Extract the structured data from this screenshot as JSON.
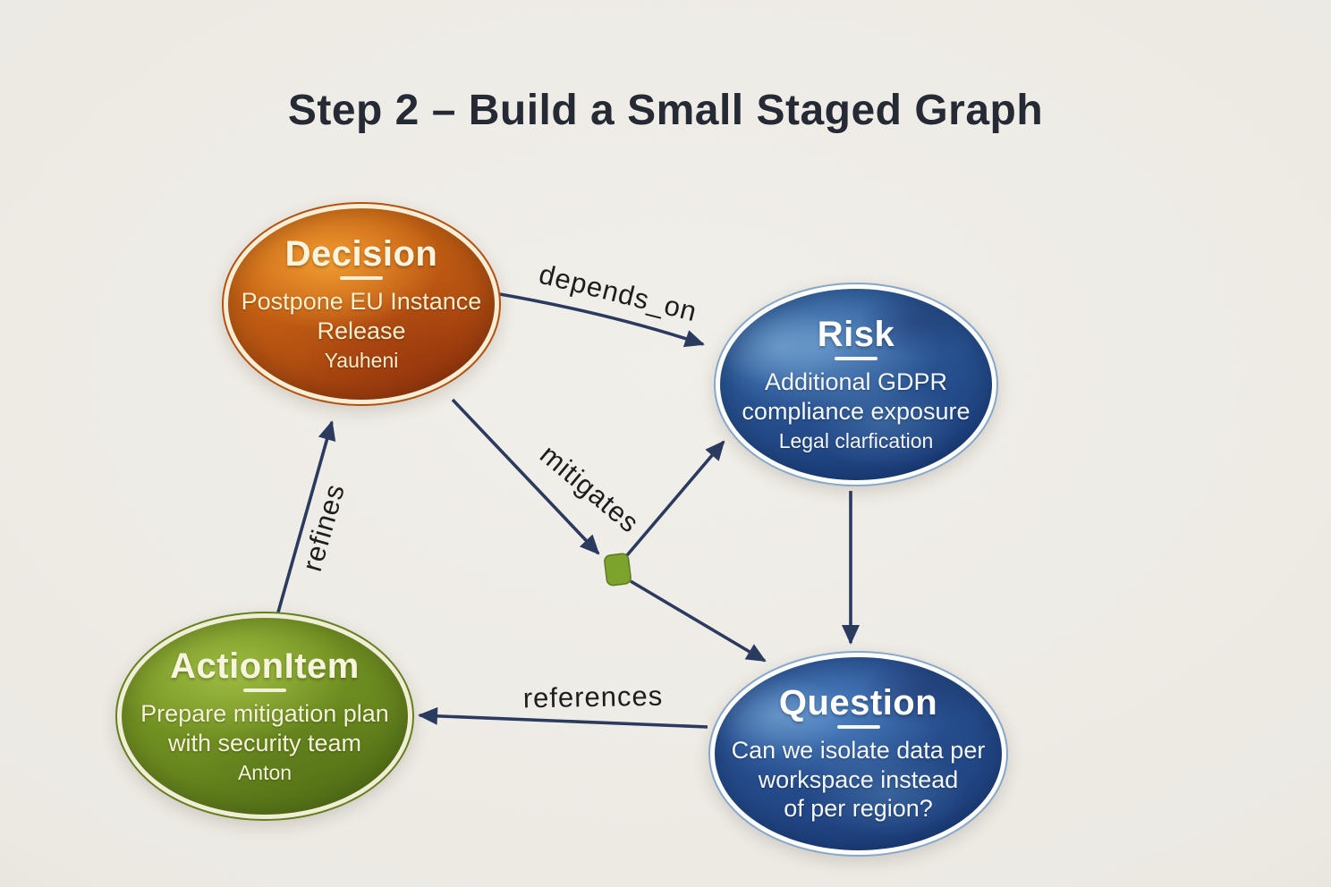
{
  "title": "Step 2 – Build a Small Staged Graph",
  "nodes": [
    {
      "id": "decision",
      "title": "Decision",
      "lines": [
        "Postpone EU Instance",
        "Release"
      ],
      "owner": "Yauheni",
      "colors": {
        "light": "#f09a30",
        "mid": "#d06a16",
        "dark": "#9c3a0e",
        "ring": "#f6eed6",
        "rim": "#b5500f",
        "title-color": "#fdf4de",
        "text-color": "#faeecb"
      }
    },
    {
      "id": "risk",
      "title": "Risk",
      "lines": [
        "Additional GDPR",
        "compliance exposure"
      ],
      "note": "Legal clarfication",
      "colors": {
        "light": "#5d8ec4",
        "mid": "#30609f",
        "dark": "#1c3e7c",
        "ring": "#fdfdfb",
        "rim": "#86a7cc",
        "title-color": "#ffffff",
        "text-color": "#f4f8fd"
      }
    },
    {
      "id": "actionitem",
      "title": "ActionItem",
      "lines": [
        "Prepare mitigation plan",
        "with security team"
      ],
      "owner": "Anton",
      "colors": {
        "light": "#9dbb42",
        "mid": "#7b9b26",
        "dark": "#587618",
        "ring": "#f1eed7",
        "rim": "#647f1d",
        "title-color": "#f8f5de",
        "text-color": "#f5f2d8"
      }
    },
    {
      "id": "question",
      "title": "Question",
      "lines": [
        "Can we isolate data per",
        "workspace instead",
        "of per region?"
      ],
      "colors": {
        "light": "#4e82c2",
        "mid": "#2c5698",
        "dark": "#1d3f7c",
        "ring": "#fdfdfb",
        "rim": "#86a7cc",
        "title-color": "#ffffff",
        "text-color": "#f4f8fd"
      }
    }
  ],
  "edges": [
    {
      "id": "depends_on",
      "label": "depends_on",
      "from": "Decision",
      "to": "Risk"
    },
    {
      "id": "mitigates",
      "label": "mitigates",
      "from": "Decision",
      "to": "Risk"
    },
    {
      "id": "refines",
      "label": "refines",
      "from": "ActionItem",
      "to": "Decision"
    },
    {
      "id": "references",
      "label": "references",
      "from": "Question",
      "to": "ActionItem"
    },
    {
      "id": "risk_to_question",
      "label": "",
      "from": "Risk",
      "to": "Question"
    }
  ],
  "colors": {
    "edge": "#2b3a5f",
    "junction": "#7ca32c",
    "label_text": "#1d1d1d",
    "title_text": "#252a35",
    "background": "#edeae4"
  }
}
